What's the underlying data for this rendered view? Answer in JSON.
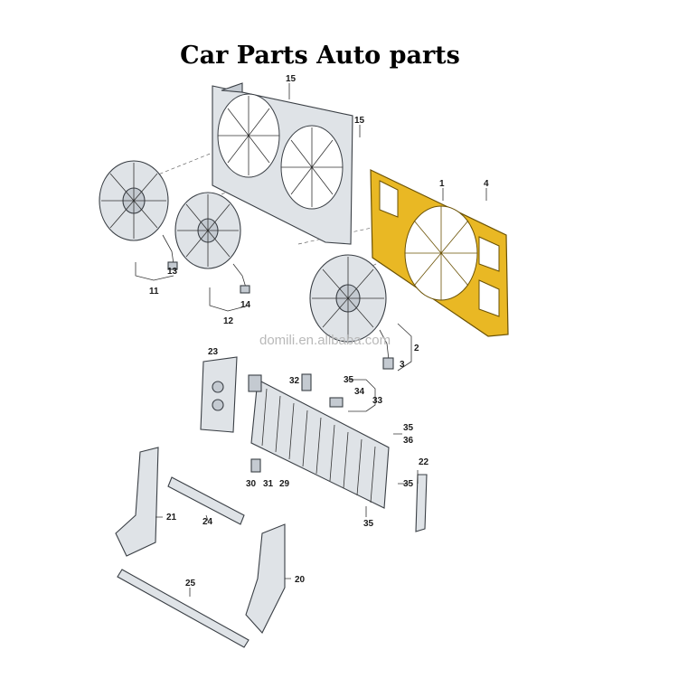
{
  "title": "Car Parts Auto parts",
  "watermark": "domili.en.alibaba.com",
  "callouts": {
    "c1": "1",
    "c2": "2",
    "c3": "3",
    "c4": "4",
    "c11": "11",
    "c12": "12",
    "c13": "13",
    "c14": "14",
    "c15a": "15",
    "c15b": "15",
    "c20": "20",
    "c21": "21",
    "c22": "22",
    "c23": "23",
    "c24": "24",
    "c25": "25",
    "c29": "29",
    "c30": "30",
    "c31": "31",
    "c32": "32",
    "c33": "33",
    "c34": "34",
    "c35a": "35",
    "c35b": "35",
    "c35c": "35",
    "c35d": "35",
    "c36": "36"
  },
  "colors": {
    "highlight_part": "#e9b824",
    "part": "#dfe3e7",
    "outline": "#3a3f45"
  }
}
